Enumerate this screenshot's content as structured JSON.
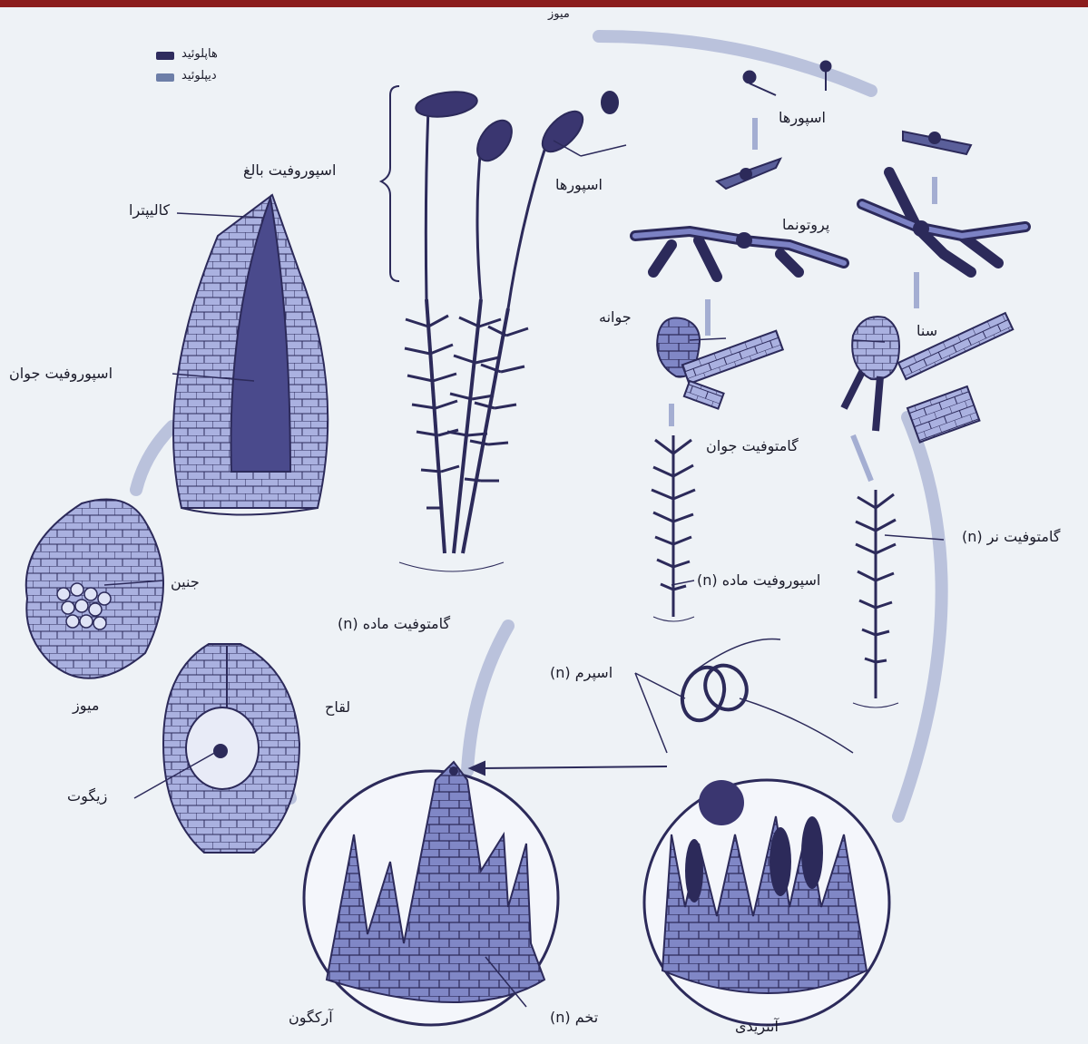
{
  "legend": {
    "haploid_label": "هاپلوئید",
    "diploid_label": "دیپلوئید",
    "haploid_color": "#2f2c5e",
    "diploid_color": "#6d7ea8"
  },
  "labels": {
    "meiosis_top": "میوز",
    "spores_top": "اسپورها",
    "spores_capsule": "اسپورها",
    "protonema": "پروتونما",
    "bud": "جوانه",
    "sena": "سنا",
    "young_gametophyte": "گامتوفیت جوان",
    "male_gametophyte": "گامتوفیت نر (n)",
    "female_sporophyte": "اسپوروفیت ماده (n)",
    "female_gametophyte": "گامتوفیت ماده (n)",
    "mature_sporophyte": "اسپوروفیت بالغ",
    "calyptra": "کالیپترا",
    "young_sporophyte": "اسپوروفیت جوان",
    "embryo": "جنین",
    "meiosis_bottom": "میوز",
    "fertilization": "لقاح",
    "zygote": "زیگوت",
    "sperm": "اسپرم (n)",
    "egg": "تخم (n)",
    "archegonium": "آرکگون",
    "antheridium": "آنتریدی"
  },
  "colors": {
    "ink": "#2c2a5a",
    "cells": "#7c82c4",
    "cells_light": "#b9bfe6",
    "arrow": "#9aa6cc",
    "frame": "#8b1d1d"
  }
}
